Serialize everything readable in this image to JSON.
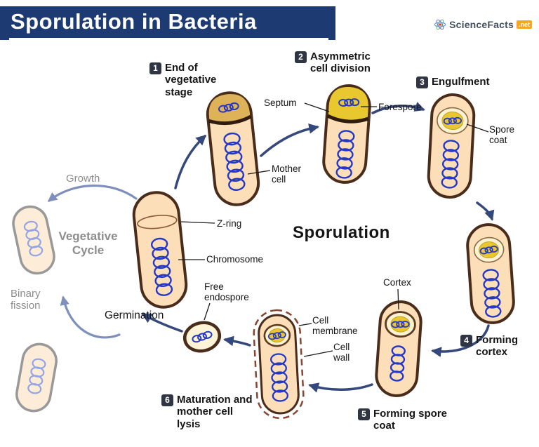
{
  "header": {
    "title": "Sporulation in Bacteria"
  },
  "logo": {
    "brand": "ScienceFacts",
    "tld": ".net"
  },
  "center_label": "Sporulation",
  "stages": [
    {
      "number": "1",
      "label": "End of vegetative stage"
    },
    {
      "number": "2",
      "label": "Asymmetric cell division"
    },
    {
      "number": "3",
      "label": "Engulfment"
    },
    {
      "number": "4",
      "label": "Forming cortex"
    },
    {
      "number": "5",
      "label": "Forming spore coat"
    },
    {
      "number": "6",
      "label": "Maturation and mother cell lysis"
    }
  ],
  "annotations": {
    "septum": "Septum",
    "forespore": "Forespore",
    "spore_coat": "Spore coat",
    "mother_cell": "Mother cell",
    "z_ring": "Z-ring",
    "chromosome": "Chromosome",
    "cortex": "Cortex",
    "cell_membrane": "Cell membrane",
    "cell_wall": "Cell wall",
    "free_endospore": "Free endospore",
    "germination": "Germination"
  },
  "vegetative": {
    "title": "Vegetative Cycle",
    "growth": "Growth",
    "binary_fission": "Binary fission"
  },
  "colors": {
    "banner": "#1d3b72",
    "cell_fill": "#fcdeb8",
    "cell_stroke": "#4a2c1a",
    "chromosome_blue": "#2438c8",
    "spore_yellow": "#e9c72e",
    "arrow": "#35487c",
    "vegetative_gray": "#8d8d8d"
  }
}
